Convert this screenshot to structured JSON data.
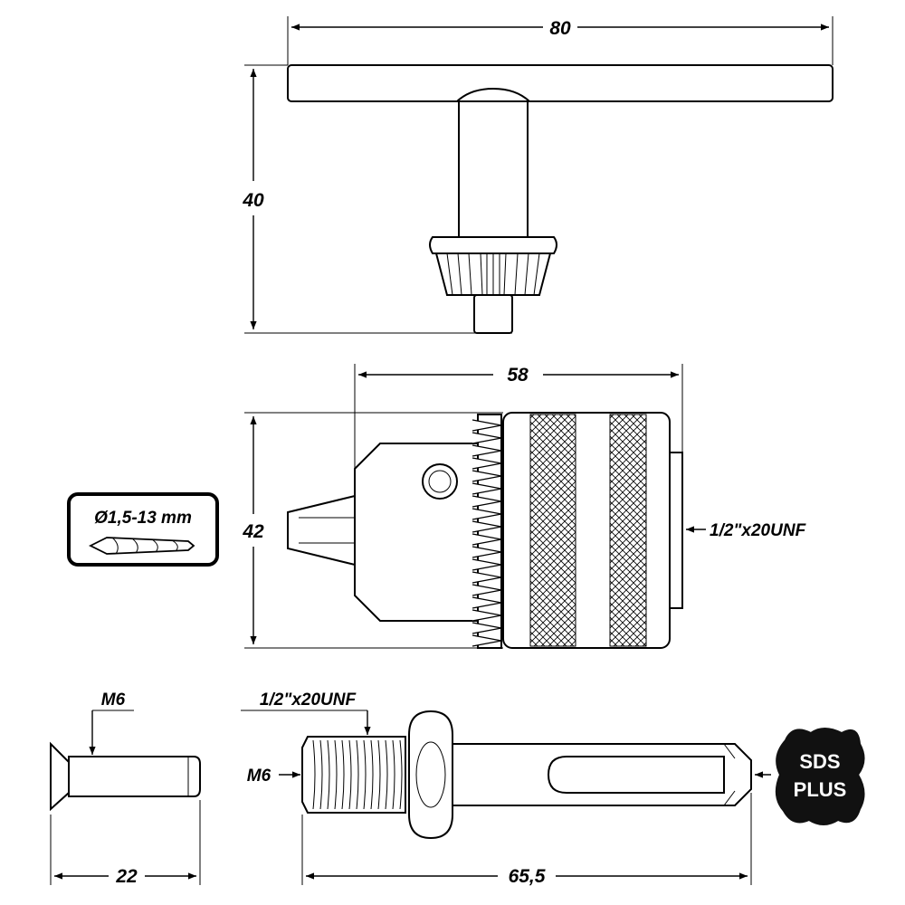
{
  "dimensions": {
    "key_width": "80",
    "key_height": "40",
    "chuck_length": "58",
    "chuck_height": "42",
    "bolt_length": "22",
    "adapter_length": "65,5"
  },
  "labels": {
    "chuck_thread": "1/2\"x20UNF",
    "adapter_thread": "1/2\"x20UNF",
    "bolt_thread": "M6",
    "adapter_internal_thread": "M6"
  },
  "badges": {
    "capacity": "Ø1,5-13 mm",
    "sds_line1": "SDS",
    "sds_line2": "PLUS"
  },
  "colors": {
    "ink": "#000000",
    "paper": "#ffffff",
    "badge_fill": "#111111"
  }
}
